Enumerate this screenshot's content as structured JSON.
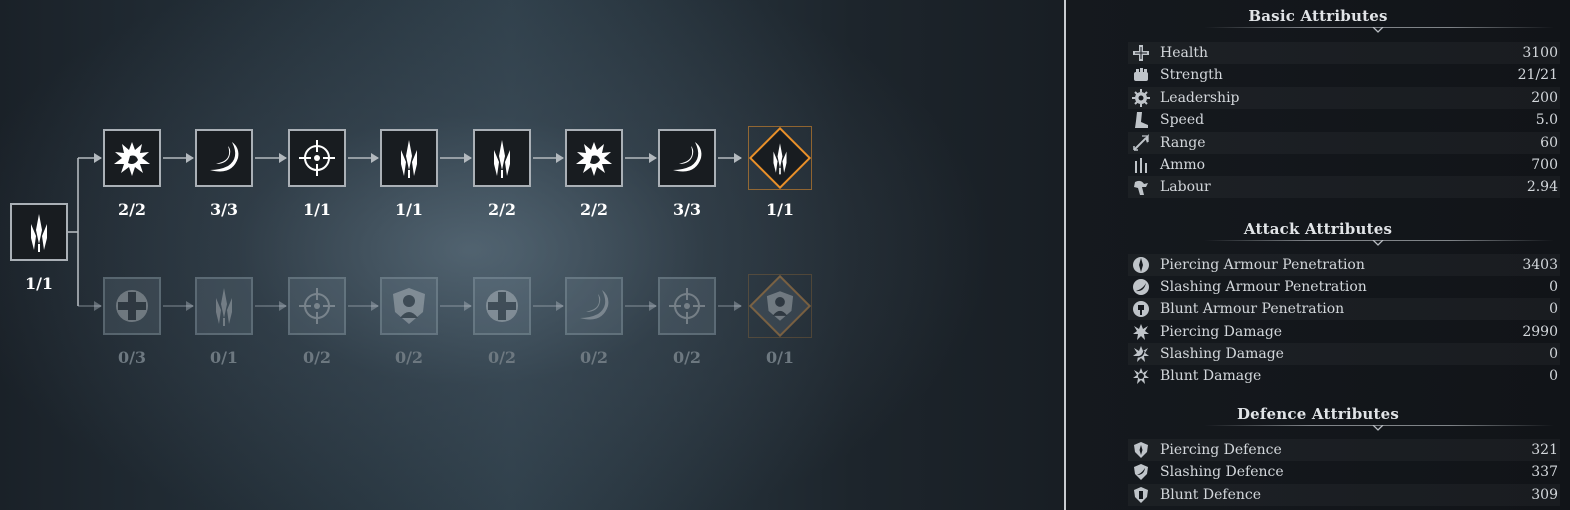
{
  "skill_tree": {
    "root": {
      "icon": "piercing-spear-icon",
      "count": "1/1"
    },
    "upper_branch": [
      {
        "icon": "spiked-burst-icon",
        "count": "2/2"
      },
      {
        "icon": "crescent-slash-icon",
        "count": "3/3"
      },
      {
        "icon": "crosshair-target-icon",
        "count": "1/1"
      },
      {
        "icon": "piercing-spear-icon",
        "count": "1/1"
      },
      {
        "icon": "piercing-spear-icon",
        "count": "2/2"
      },
      {
        "icon": "spiked-burst-icon",
        "count": "2/2"
      },
      {
        "icon": "crescent-slash-icon",
        "count": "3/3"
      },
      {
        "icon": "piercing-spear-icon",
        "count": "1/1",
        "final": true
      }
    ],
    "lower_branch": [
      {
        "icon": "health-cross-icon",
        "count": "0/3"
      },
      {
        "icon": "piercing-spear-icon",
        "count": "0/1"
      },
      {
        "icon": "crosshair-target-icon",
        "count": "0/2"
      },
      {
        "icon": "armored-soldier-icon",
        "count": "0/2"
      },
      {
        "icon": "health-cross-icon",
        "count": "0/2"
      },
      {
        "icon": "crescent-slash-icon",
        "count": "0/2"
      },
      {
        "icon": "crosshair-target-icon",
        "count": "0/2"
      },
      {
        "icon": "armored-soldier-icon",
        "count": "0/1",
        "final": true
      }
    ],
    "colors": {
      "unlocked_text": "#ffffff",
      "locked_text": "#6d7880",
      "accent": "#e8902a"
    }
  },
  "attributes": {
    "basic": {
      "title": "Basic Attributes",
      "rows": [
        {
          "icon": "health-cross-icon",
          "label": "Health",
          "value": "3100"
        },
        {
          "icon": "strength-fist-icon",
          "label": "Strength",
          "value": "21/21"
        },
        {
          "icon": "leadership-gear-icon",
          "label": "Leadership",
          "value": "200"
        },
        {
          "icon": "speed-boot-icon",
          "label": "Speed",
          "value": "5.0"
        },
        {
          "icon": "range-arrow-icon",
          "label": "Range",
          "value": "60"
        },
        {
          "icon": "ammo-bars-icon",
          "label": "Ammo",
          "value": "700"
        },
        {
          "icon": "labour-worker-icon",
          "label": "Labour",
          "value": "2.94"
        }
      ]
    },
    "attack": {
      "title": "Attack Attributes",
      "rows": [
        {
          "icon": "piercing-penetration-icon",
          "label": "Piercing Armour Penetration",
          "value": "3403"
        },
        {
          "icon": "slashing-penetration-icon",
          "label": "Slashing Armour Penetration",
          "value": "0"
        },
        {
          "icon": "blunt-penetration-icon",
          "label": "Blunt Armour Penetration",
          "value": "0"
        },
        {
          "icon": "piercing-damage-icon",
          "label": "Piercing Damage",
          "value": "2990"
        },
        {
          "icon": "slashing-damage-icon",
          "label": "Slashing Damage",
          "value": "0"
        },
        {
          "icon": "blunt-damage-icon",
          "label": "Blunt Damage",
          "value": "0"
        }
      ]
    },
    "defence": {
      "title": "Defence Attributes",
      "rows": [
        {
          "icon": "piercing-defence-icon",
          "label": "Piercing Defence",
          "value": "321"
        },
        {
          "icon": "slashing-defence-icon",
          "label": "Slashing Defence",
          "value": "337"
        },
        {
          "icon": "blunt-defence-icon",
          "label": "Blunt Defence",
          "value": "309"
        }
      ]
    }
  }
}
